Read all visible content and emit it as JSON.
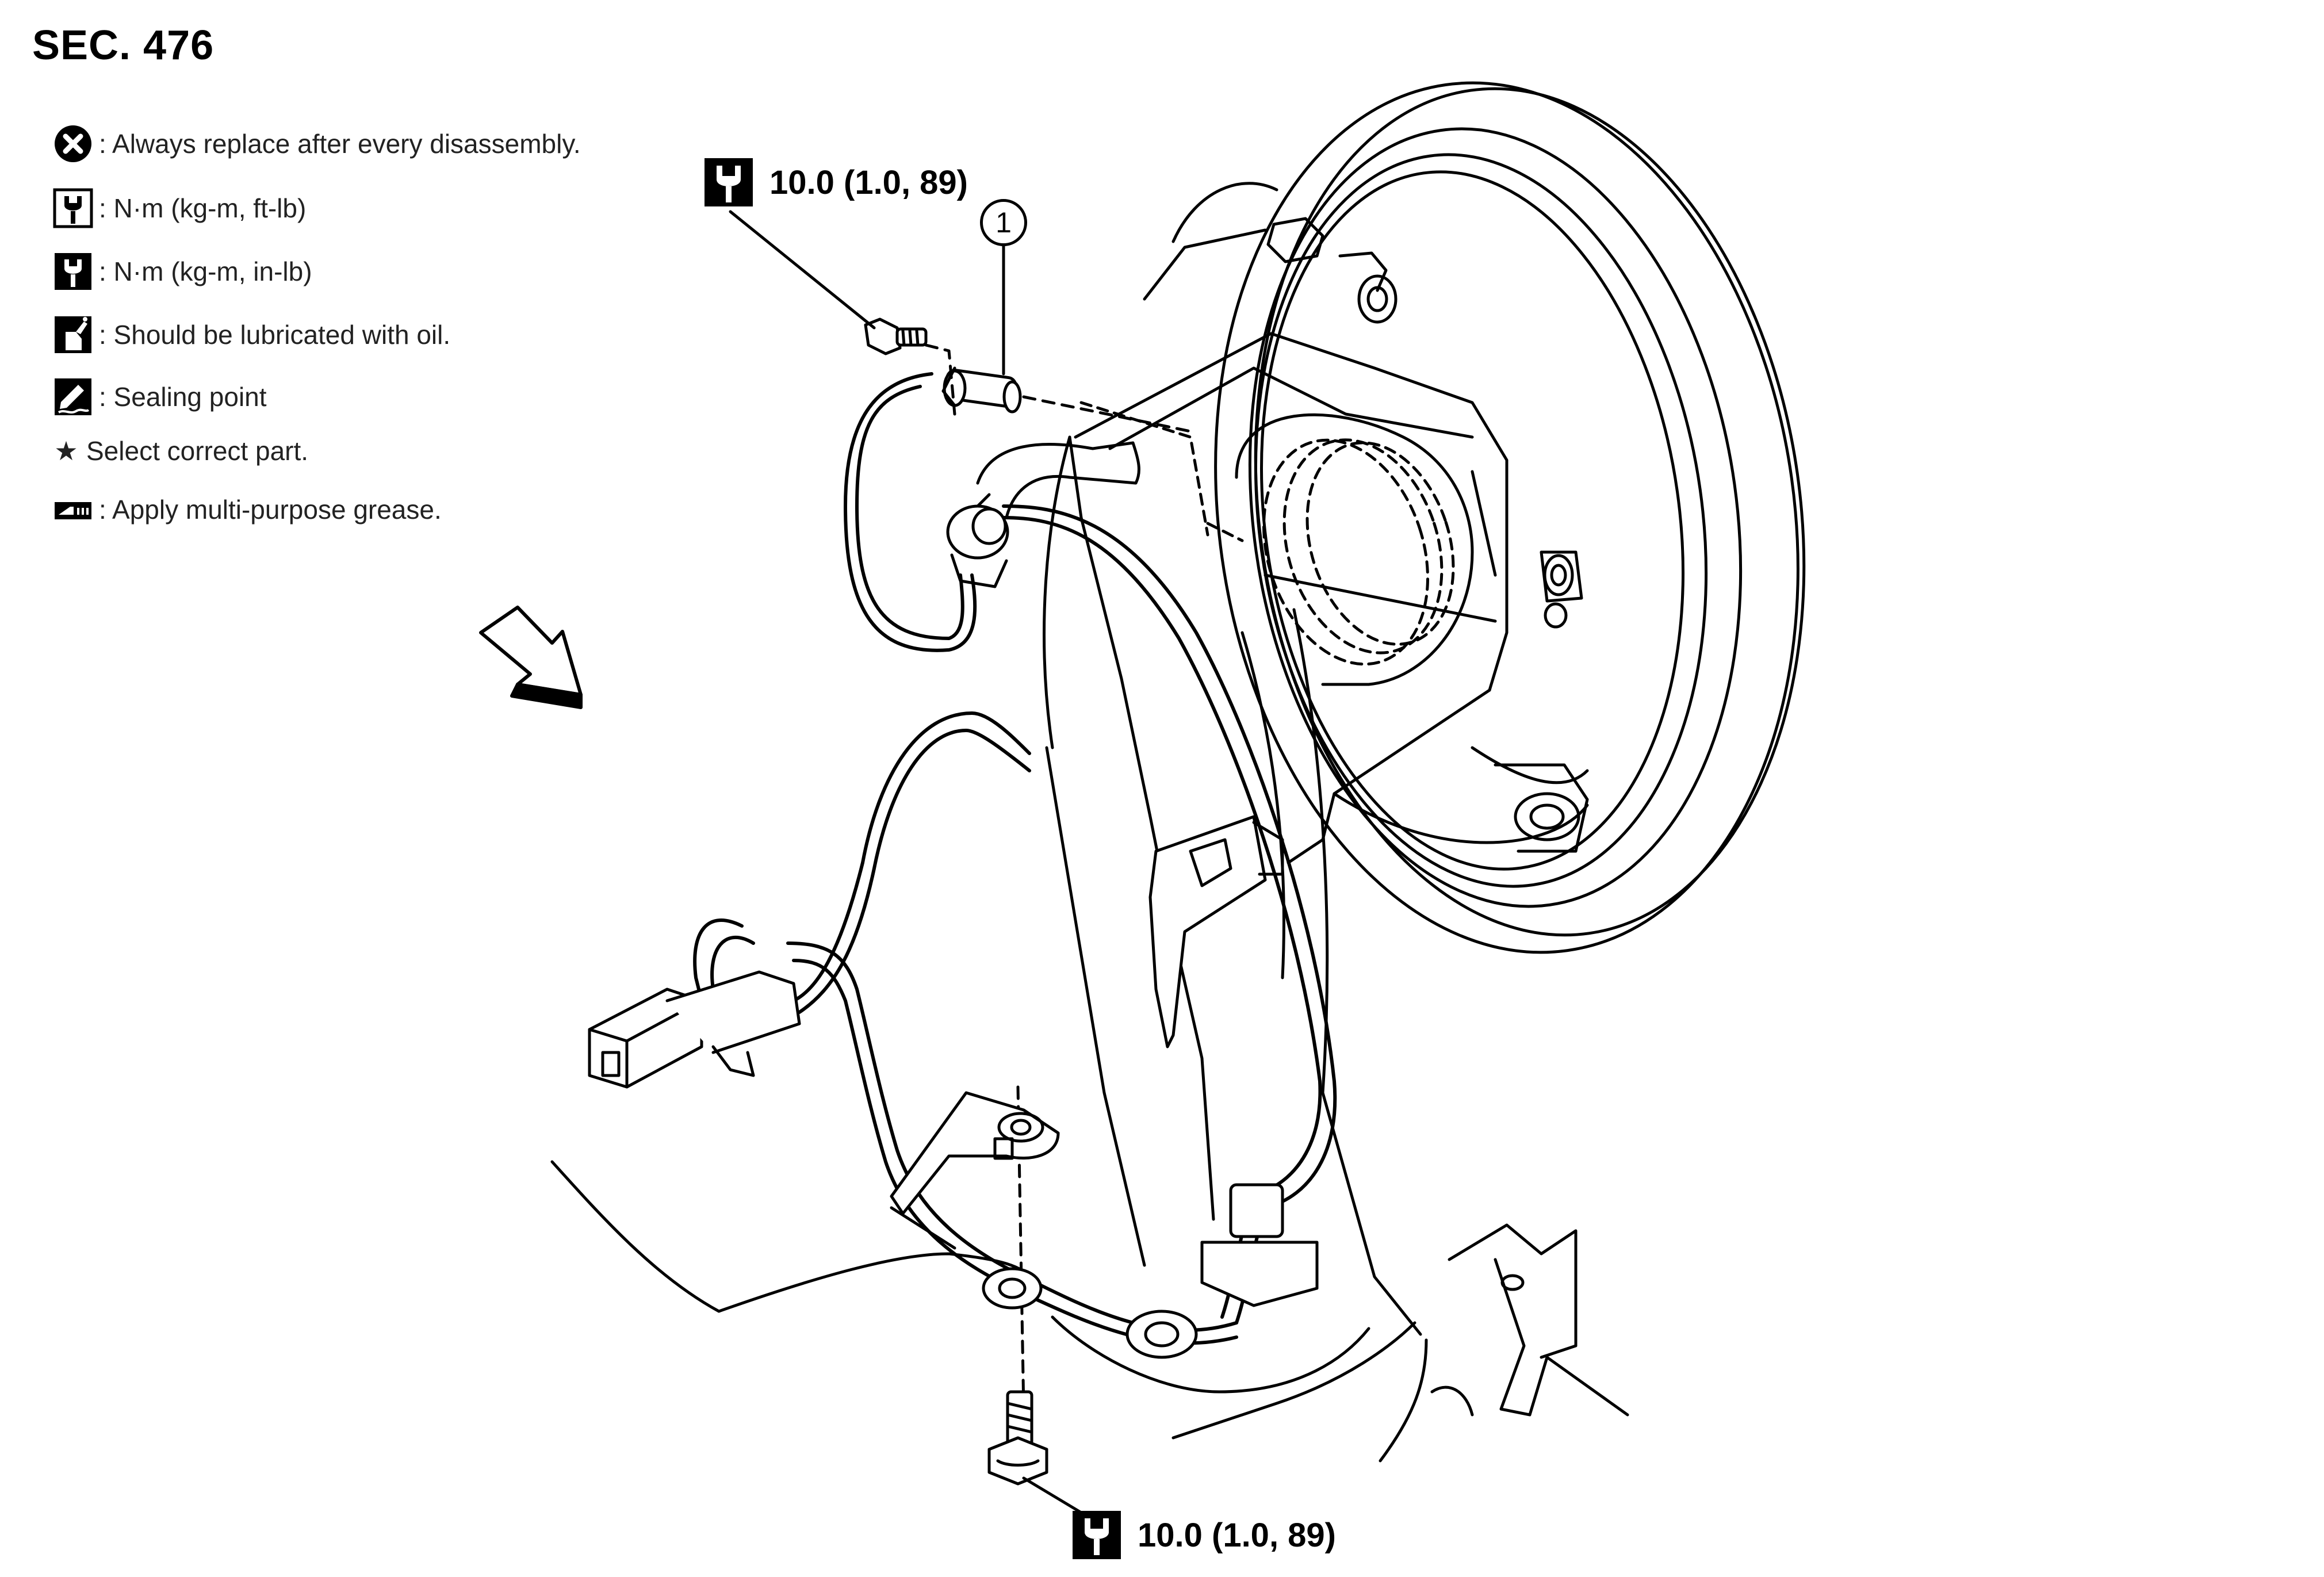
{
  "section": {
    "title": "SEC. 476"
  },
  "legend": [
    {
      "icon": "x-circle-icon",
      "text": ": Always replace after every disassembly."
    },
    {
      "icon": "torque-wrench-icon",
      "text": ": N·m (kg-m, ft-lb)"
    },
    {
      "icon": "torque-wrench-filled-icon",
      "text": ": N·m (kg-m, in-lb)"
    },
    {
      "icon": "oil-can-icon",
      "text": ": Should be lubricated with oil."
    },
    {
      "icon": "sealing-point-icon",
      "text": ": Sealing point"
    },
    {
      "icon": "star-icon",
      "star": "★",
      "text": "Select correct part."
    },
    {
      "icon": "grease-icon",
      "text": ": Apply multi-purpose grease."
    }
  ],
  "torque": {
    "top": "10.0 (1.0, 89)",
    "bottom": "10.0 (1.0, 89)"
  },
  "callouts": {
    "part_1": "1"
  },
  "colors": {
    "line": "#000000",
    "background": "#ffffff"
  }
}
